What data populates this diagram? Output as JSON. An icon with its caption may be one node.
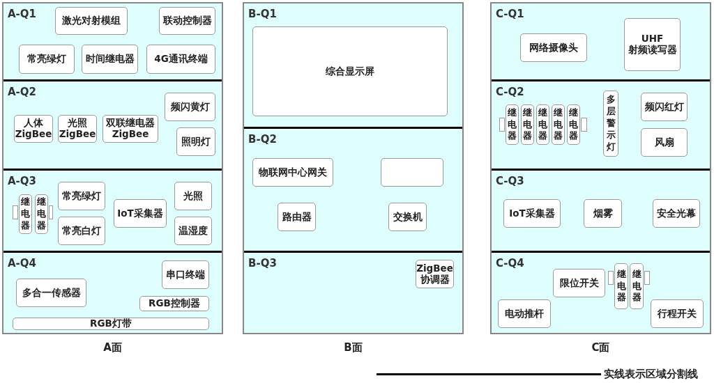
{
  "diagram": {
    "nodes": [
      {
        "text": [
          "A面"
        ]
      },
      {
        "text": [
          "A-Q1"
        ],
        "in": 0
      },
      {
        "text": [
          "激光对射模组"
        ],
        "in": 1
      },
      {
        "text": [
          "联动控制器"
        ],
        "in": 1
      },
      {
        "text": [
          "常亮绿灯"
        ],
        "in": 1
      },
      {
        "text": [
          "时间继电器"
        ],
        "in": 1
      },
      {
        "text": [
          "4G通讯终端"
        ],
        "in": 1
      },
      {
        "text": [
          "A-Q2"
        ],
        "in": 0
      },
      {
        "text": [
          "频闪黄灯"
        ],
        "in": 7
      },
      {
        "text": [
          "人体 ZigBee"
        ],
        "in": 7
      },
      {
        "text": [
          "光照 ZigBee"
        ],
        "in": 7
      },
      {
        "text": [
          "双联继电器 ZigBee"
        ],
        "in": 7
      },
      {
        "text": [
          "照明灯"
        ],
        "in": 7
      },
      {
        "text": [
          "A-Q3"
        ],
        "in": 0
      },
      {
        "text": [
          "继电器"
        ],
        "in": 13
      },
      {
        "text": [
          "继电器"
        ],
        "in": 13
      },
      {
        "text": [
          "常亮绿灯"
        ],
        "in": 13
      },
      {
        "text": [
          "常亮白灯"
        ],
        "in": 13
      },
      {
        "text": [
          "IoT采集器"
        ],
        "in": 13
      },
      {
        "text": [
          "光照"
        ],
        "in": 13
      },
      {
        "text": [
          "温湿度"
        ],
        "in": 13
      },
      {
        "text": [
          "A-Q4"
        ],
        "in": 0
      },
      {
        "text": [
          "串口终端"
        ],
        "in": 21
      },
      {
        "text": [
          "多合一传感器"
        ],
        "in": 21
      },
      {
        "text": [
          "RGB控制器"
        ],
        "in": 21
      },
      {
        "text": [
          "RGB灯带"
        ],
        "in": 21
      },
      {
        "text": [
          "B面"
        ]
      },
      {
        "text": [
          "B-Q1"
        ],
        "in": 26
      },
      {
        "text": [
          "综合显示屏"
        ],
        "in": 27
      },
      {
        "text": [
          "B-Q2"
        ],
        "in": 26
      },
      {
        "text": [
          "物联网中心网关"
        ],
        "in": 29
      },
      {
        "text": [],
        "shape": "box",
        "in": 29
      },
      {
        "text": [
          "路由器"
        ],
        "in": 29
      },
      {
        "text": [
          "交换机"
        ],
        "in": 29
      },
      {
        "text": [
          "B-Q3"
        ],
        "in": 26
      },
      {
        "text": [
          "ZigBee 协调器"
        ],
        "in": 34
      },
      {
        "text": [
          "C面"
        ]
      },
      {
        "text": [
          "C-Q1"
        ],
        "in": 36
      },
      {
        "text": [
          "网络摄像头"
        ],
        "in": 37
      },
      {
        "text": [
          "UHF 射频读写器"
        ],
        "in": 37
      },
      {
        "text": [
          "C-Q2"
        ],
        "in": 36
      },
      {
        "text": [
          "继电器"
        ],
        "in": 40
      },
      {
        "text": [
          "继电器"
        ],
        "in": 40
      },
      {
        "text": [
          "继电器"
        ],
        "in": 40
      },
      {
        "text": [
          "继电器"
        ],
        "in": 40
      },
      {
        "text": [
          "继电器"
        ],
        "in": 40
      },
      {
        "text": [
          "多层警示灯"
        ],
        "in": 40
      },
      {
        "text": [
          "频闪红灯"
        ],
        "in": 40
      },
      {
        "text": [
          "风扇"
        ],
        "in": 40
      },
      {
        "text": [
          "C-Q3"
        ],
        "in": 36
      },
      {
        "text": [
          "IoT采集器"
        ],
        "in": 49
      },
      {
        "text": [
          "烟雾"
        ],
        "in": 49
      },
      {
        "text": [
          "安全光幕"
        ],
        "in": 49
      },
      {
        "text": [
          "C-Q4"
        ],
        "in": 36
      },
      {
        "text": [
          "限位开关"
        ],
        "in": 53
      },
      {
        "text": [
          "继电器"
        ],
        "in": 53
      },
      {
        "text": [
          "继电器"
        ],
        "in": 53
      },
      {
        "text": [
          "电动推杆"
        ],
        "in": 53
      },
      {
        "text": [
          "行程开关"
        ],
        "in": 53
      },
      {
        "text": [],
        "shape": "bar",
        "in": 13
      },
      {
        "text": [],
        "shape": "bar",
        "in": 40
      },
      {
        "text": [],
        "shape": "bar",
        "in": 53
      }
    ],
    "legend": [
      {
        "text": "实线表示区域分割线"
      }
    ]
  }
}
